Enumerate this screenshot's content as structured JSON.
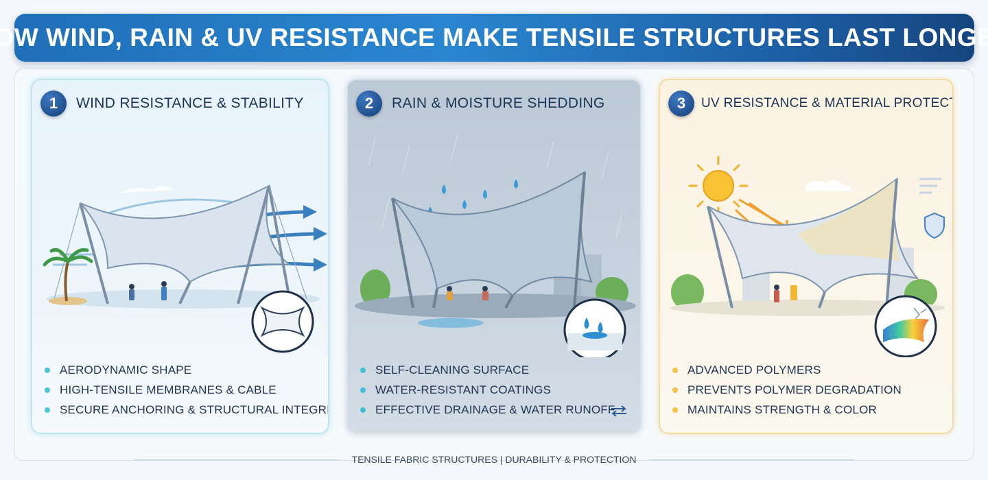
{
  "title": "HOW WIND, RAIN & UV RESISTANCE MAKE TENSILE STRUCTURES LAST LONGER",
  "panels": [
    {
      "number": "1",
      "title": "WIND RESISTANCE & STABILITY",
      "bullets": [
        "AERODYNAMIC SHAPE",
        "HIGH-TENSILE MEMBRANES & CABLE",
        "SECURE ANCHORING & STRUCTURAL INTEGRITY"
      ],
      "accent": "#4fc6d6",
      "icons": [
        "wind-arrows-icon",
        "palm-tree-icon",
        "membrane-detail-icon"
      ]
    },
    {
      "number": "2",
      "title": "RAIN & MOISTURE SHEDDING",
      "bullets": [
        "SELF-CLEANING SURFACE",
        "WATER-RESISTANT COATINGS",
        "EFFECTIVE DRAINAGE & WATER RUNOFF"
      ],
      "accent": "#42bfd3",
      "icons": [
        "raindrop-icon",
        "water-beading-icon",
        "runoff-arrows-icon"
      ]
    },
    {
      "number": "3",
      "title": "UV RESISTANCE & MATERIAL PROTECTION",
      "bullets": [
        "ADVANCED POLYMERS",
        "PREVENTS POLYMER DEGRADATION",
        "MAINTAINS STRENGTH & COLOR"
      ],
      "accent": "#f2c24a",
      "icons": [
        "sun-icon",
        "shield-icon",
        "uv-coating-icon"
      ]
    }
  ],
  "footer": "TENSILE FABRIC STRUCTURES | DURABILITY & PROTECTION",
  "colors": {
    "title_bar": "#1f6fb8",
    "badge": "#1d4a86",
    "text": "#1f3452"
  }
}
